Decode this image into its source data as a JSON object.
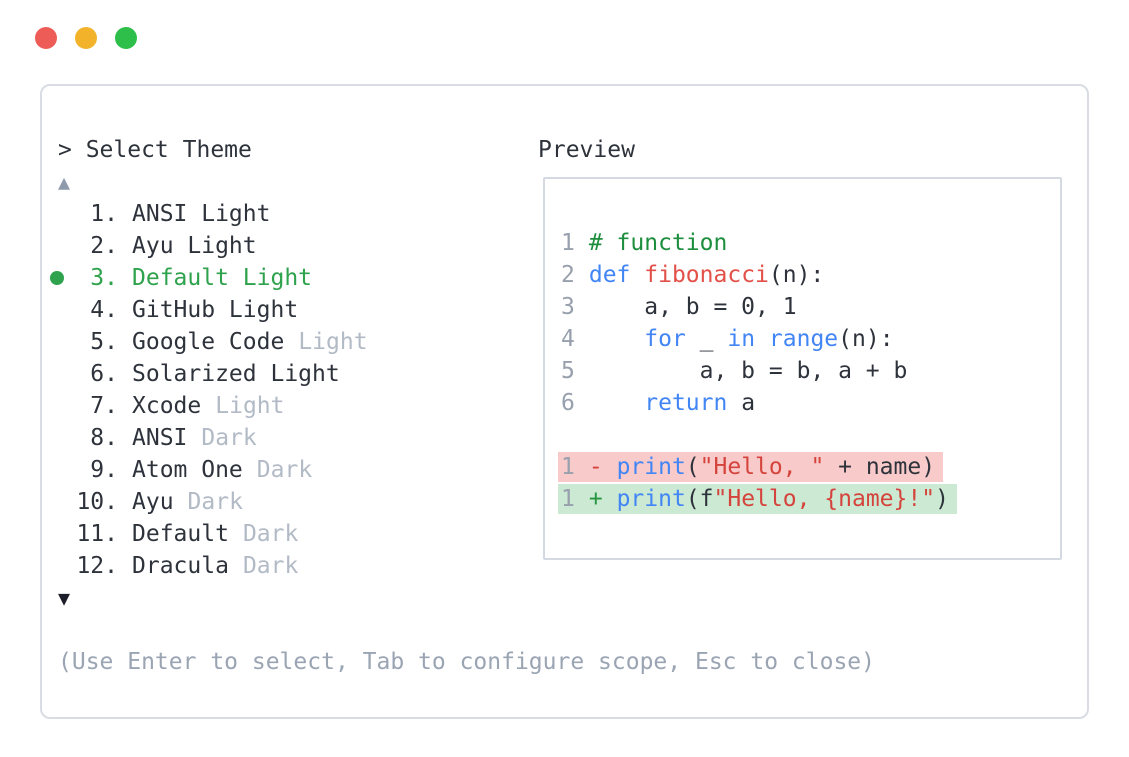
{
  "window": {
    "traffic_lights": [
      "close",
      "minimize",
      "zoom"
    ]
  },
  "colors": {
    "traffic_red": "#ee5c57",
    "traffic_yellow": "#f2b32a",
    "traffic_green": "#2dbf49",
    "selected_green": "#2fa24d",
    "comment_green": "#1d8e3e",
    "keyword_blue": "#4285f4",
    "function_red": "#e25149",
    "string_red": "#d5443c",
    "removed_bg": "#f8caca",
    "added_bg": "#cbe9d3",
    "muted_gray": "#b2bac6",
    "help_gray": "#9aa4b3"
  },
  "selector": {
    "prompt": "> Select Theme",
    "scroll_up_icon": "▲",
    "scroll_down_icon": "▼",
    "items": [
      {
        "num": "1.",
        "name": "ANSI Light",
        "variant": "",
        "selected": false
      },
      {
        "num": "2.",
        "name": "Ayu Light",
        "variant": "",
        "selected": false
      },
      {
        "num": "3.",
        "name": "Default Light",
        "variant": "",
        "selected": true
      },
      {
        "num": "4.",
        "name": "GitHub Light",
        "variant": "",
        "selected": false
      },
      {
        "num": "5.",
        "name": "Google Code",
        "variant": "Light",
        "selected": false
      },
      {
        "num": "6.",
        "name": "Solarized Light",
        "variant": "",
        "selected": false
      },
      {
        "num": "7.",
        "name": "Xcode",
        "variant": "Light",
        "selected": false
      },
      {
        "num": "8.",
        "name": "ANSI",
        "variant": "Dark",
        "selected": false
      },
      {
        "num": "9.",
        "name": "Atom One",
        "variant": "Dark",
        "selected": false
      },
      {
        "num": "10.",
        "name": "Ayu",
        "variant": "Dark",
        "selected": false
      },
      {
        "num": "11.",
        "name": "Default",
        "variant": "Dark",
        "selected": false
      },
      {
        "num": "12.",
        "name": "Dracula",
        "variant": "Dark",
        "selected": false
      }
    ],
    "help": "(Use Enter to select, Tab to configure scope, Esc to close)"
  },
  "preview": {
    "label": "Preview",
    "code_lines": [
      {
        "num": "1",
        "diff": "",
        "tokens": [
          {
            "c": "comment",
            "t": "# function"
          }
        ]
      },
      {
        "num": "2",
        "diff": "",
        "tokens": [
          {
            "c": "keyword",
            "t": "def"
          },
          {
            "c": "plain",
            "t": " "
          },
          {
            "c": "function",
            "t": "fibonacci"
          },
          {
            "c": "plain",
            "t": "(n):"
          }
        ]
      },
      {
        "num": "3",
        "diff": "",
        "tokens": [
          {
            "c": "plain",
            "t": "    a, b = 0, 1"
          }
        ]
      },
      {
        "num": "4",
        "diff": "",
        "tokens": [
          {
            "c": "plain",
            "t": "    "
          },
          {
            "c": "keyword",
            "t": "for"
          },
          {
            "c": "plain",
            "t": " _ "
          },
          {
            "c": "keyword",
            "t": "in"
          },
          {
            "c": "plain",
            "t": " "
          },
          {
            "c": "keyword",
            "t": "range"
          },
          {
            "c": "plain",
            "t": "(n):"
          }
        ]
      },
      {
        "num": "5",
        "diff": "",
        "tokens": [
          {
            "c": "plain",
            "t": "        a, b = b, a + b"
          }
        ]
      },
      {
        "num": "6",
        "diff": "",
        "tokens": [
          {
            "c": "plain",
            "t": "    "
          },
          {
            "c": "keyword",
            "t": "return"
          },
          {
            "c": "plain",
            "t": " a"
          }
        ]
      },
      {
        "num": "",
        "diff": "",
        "tokens": []
      },
      {
        "num": "1",
        "diff": "removed",
        "tokens": [
          {
            "c": "minus",
            "t": "- "
          },
          {
            "c": "keyword",
            "t": "print"
          },
          {
            "c": "plain",
            "t": "("
          },
          {
            "c": "string",
            "t": "\"Hello, \""
          },
          {
            "c": "plain",
            "t": " + name)"
          }
        ]
      },
      {
        "num": "1",
        "diff": "added",
        "tokens": [
          {
            "c": "plus",
            "t": "+ "
          },
          {
            "c": "keyword",
            "t": "print"
          },
          {
            "c": "plain",
            "t": "(f"
          },
          {
            "c": "string",
            "t": "\"Hello, {name}!\""
          },
          {
            "c": "plain",
            "t": ")"
          }
        ]
      }
    ]
  }
}
